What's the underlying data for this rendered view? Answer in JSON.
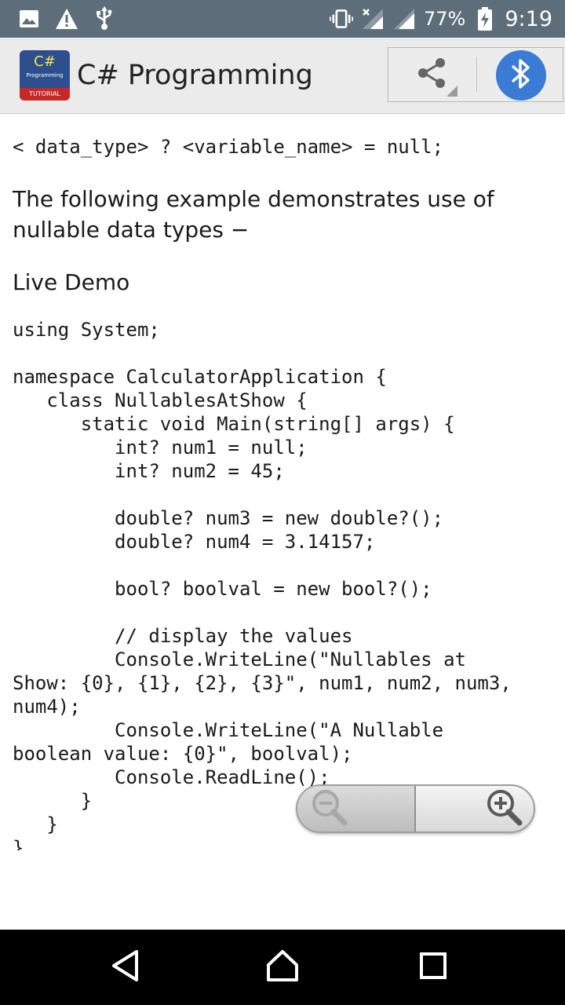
{
  "status_bar": {
    "battery_percent": "77%",
    "time": "9:19",
    "left_icons": [
      "image-icon",
      "warning-icon",
      "usb-icon"
    ],
    "right_icons": [
      "vibrate-icon",
      "signal-x-icon",
      "signal-icon",
      "battery-charging-icon"
    ]
  },
  "app_bar": {
    "title": "C# Programming",
    "logo": {
      "main": "C#",
      "sub": "Programming",
      "band": "TUTORIAL"
    }
  },
  "content": {
    "syntax_line": "< data_type> ? <variable_name> = null;",
    "paragraph": "The following example demonstrates use of nullable data types −",
    "live_demo": "Live Demo",
    "code_lines": [
      "using System;",
      "",
      "namespace CalculatorApplication {",
      "   class NullablesAtShow {",
      "      static void Main(string[] args) {",
      "         int? num1 = null;",
      "         int? num2 = 45;",
      "",
      "         double? num3 = new double?();",
      "         double? num4 = 3.14157;",
      "",
      "         bool? boolval = new bool?();",
      "",
      "         // display the values",
      "         Console.WriteLine(\"Nullables at",
      "Show: {0}, {1}, {2}, {3}\", num1, num2, num3,",
      "num4);",
      "         Console.WriteLine(\"A Nullable",
      "boolean value: {0}\", boolval);",
      "         Console.ReadLine();",
      "      }",
      "   }",
      "}"
    ]
  },
  "colors": {
    "status_bar": "#5d6d7a",
    "app_bar": "#ebebeb",
    "bluetooth": "#3a7bd5",
    "nav_bar": "#000000"
  }
}
